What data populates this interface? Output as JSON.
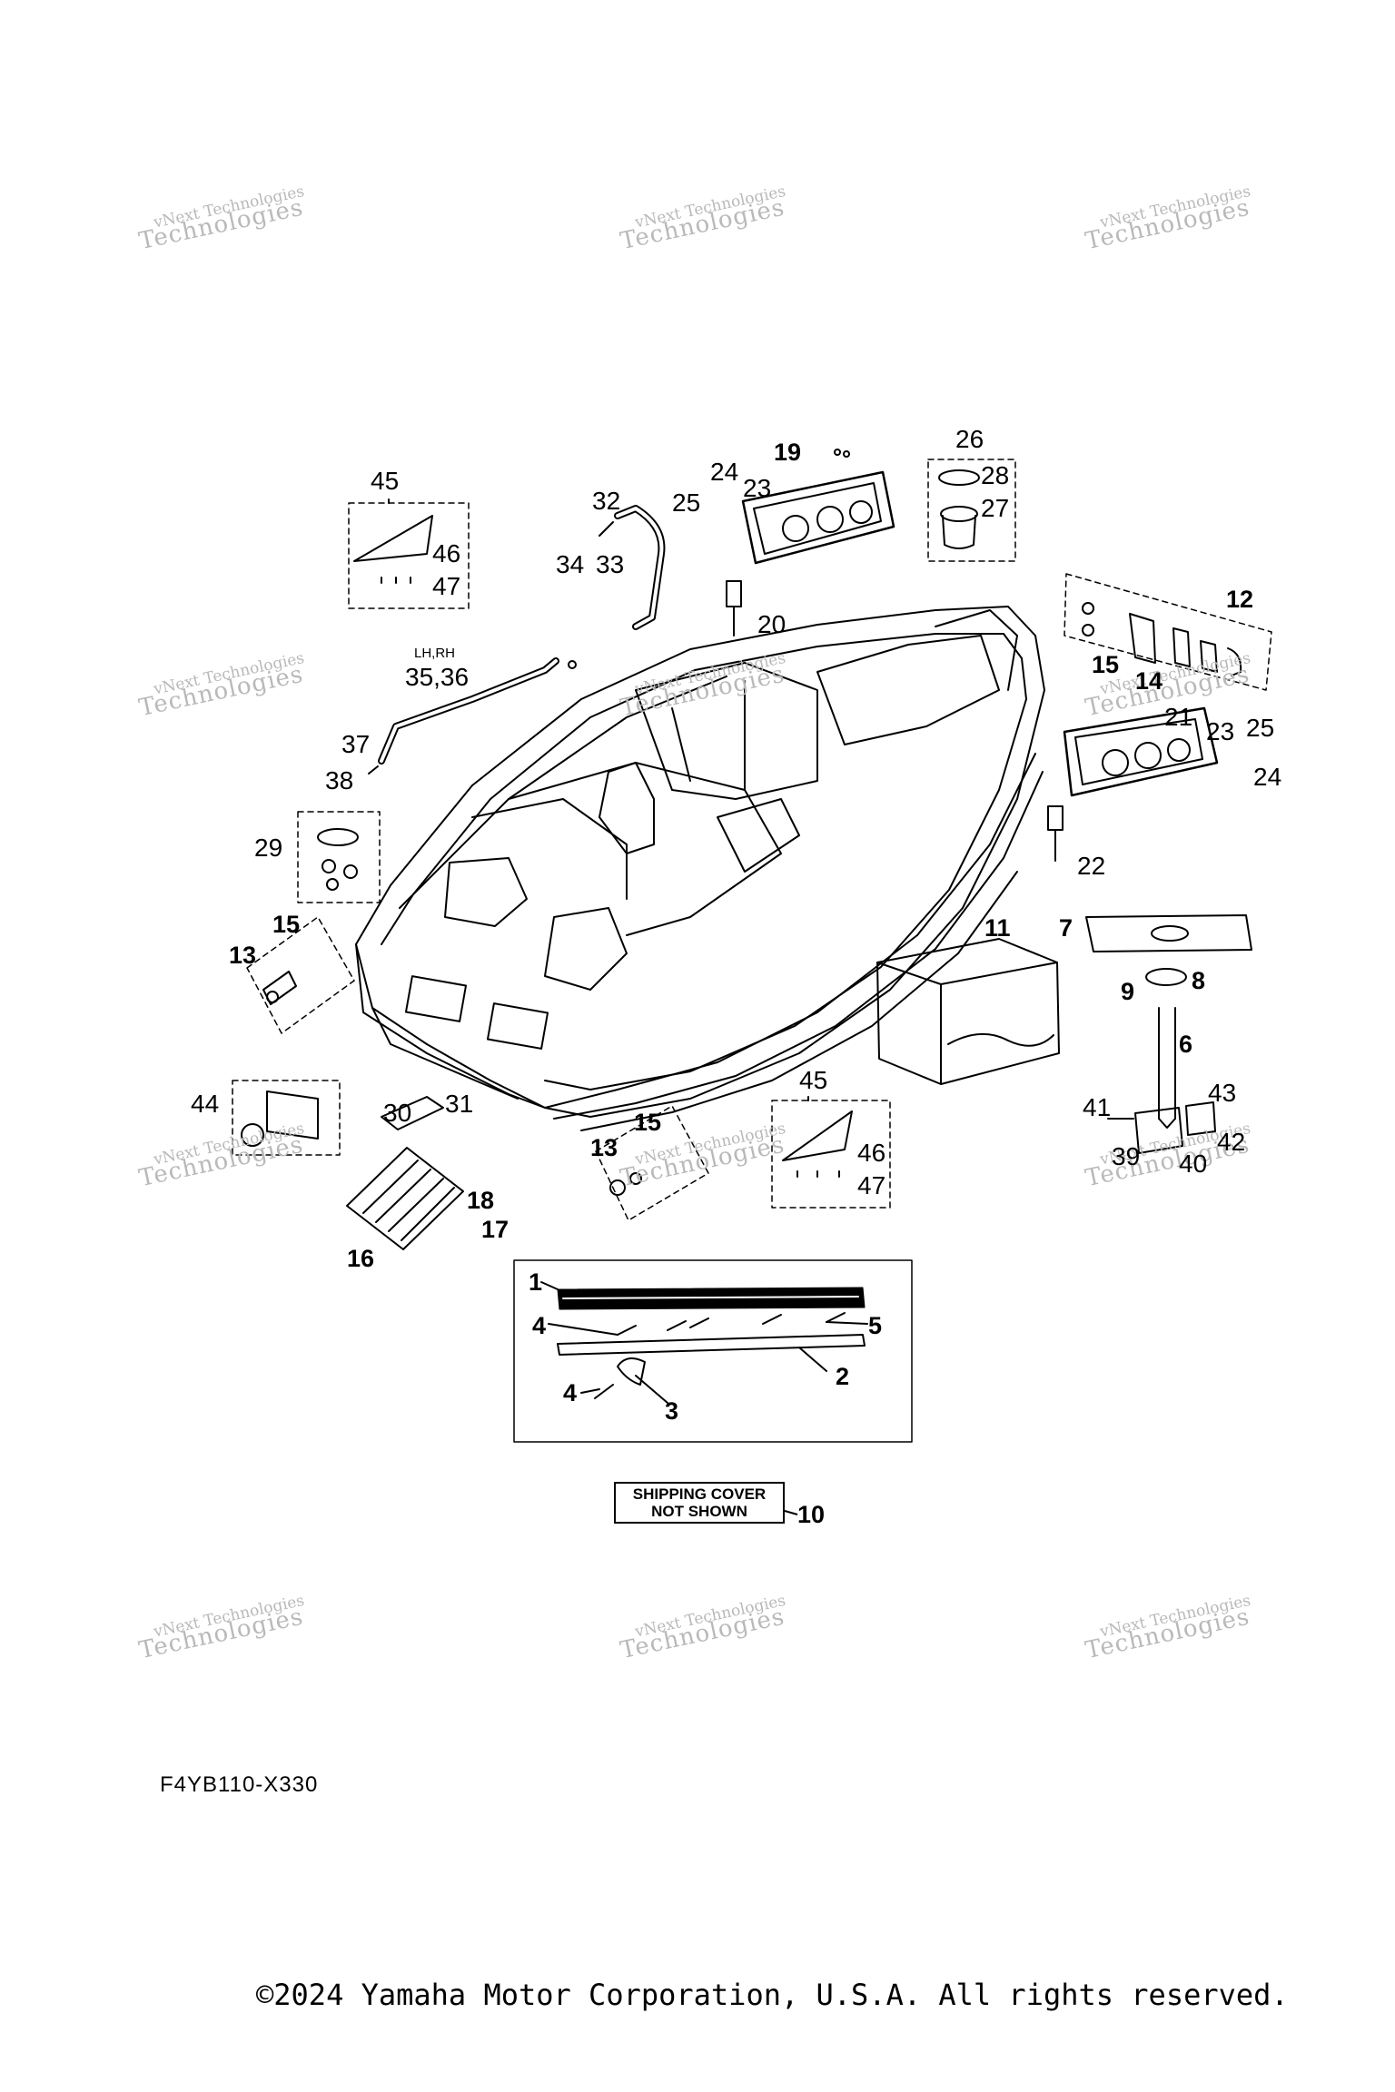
{
  "watermark": {
    "line1": "vNext Technologies",
    "line2": "Technologies"
  },
  "callouts": {
    "n1": "1",
    "n2": "2",
    "n3": "3",
    "n4a": "4",
    "n4b": "4",
    "n5": "5",
    "n6": "6",
    "n7": "7",
    "n8": "8",
    "n9": "9",
    "n10": "10",
    "n11": "11",
    "n12": "12",
    "n13a": "13",
    "n13b": "13",
    "n14": "14",
    "n15a": "15",
    "n15b": "15",
    "n15c": "15",
    "n16": "16",
    "n17": "17",
    "n18": "18",
    "n19": "19",
    "n20": "20",
    "n21": "21",
    "n22": "22",
    "n23a": "23",
    "n23b": "23",
    "n24a": "24",
    "n24b": "24",
    "n25a": "25",
    "n25b": "25",
    "n26": "26",
    "n27": "27",
    "n28": "28",
    "n29": "29",
    "n30": "30",
    "n31": "31",
    "n32": "32",
    "n33": "33",
    "n34": "34",
    "n35_36": "35,36",
    "n37": "37",
    "n38": "38",
    "n39": "39",
    "n40": "40",
    "n41": "41",
    "n42": "42",
    "n43": "43",
    "n44": "44",
    "n45a": "45",
    "n45b": "45",
    "n46a": "46",
    "n46b": "46",
    "n47a": "47",
    "n47b": "47"
  },
  "side_label": "LH,RH",
  "shipping_cover": {
    "line1": "SHIPPING COVER",
    "line2": "NOT SHOWN"
  },
  "diagram_code": "F4YB110-X330",
  "copyright": "©2024 Yamaha Motor Corporation, U.S.A. All rights reserved."
}
